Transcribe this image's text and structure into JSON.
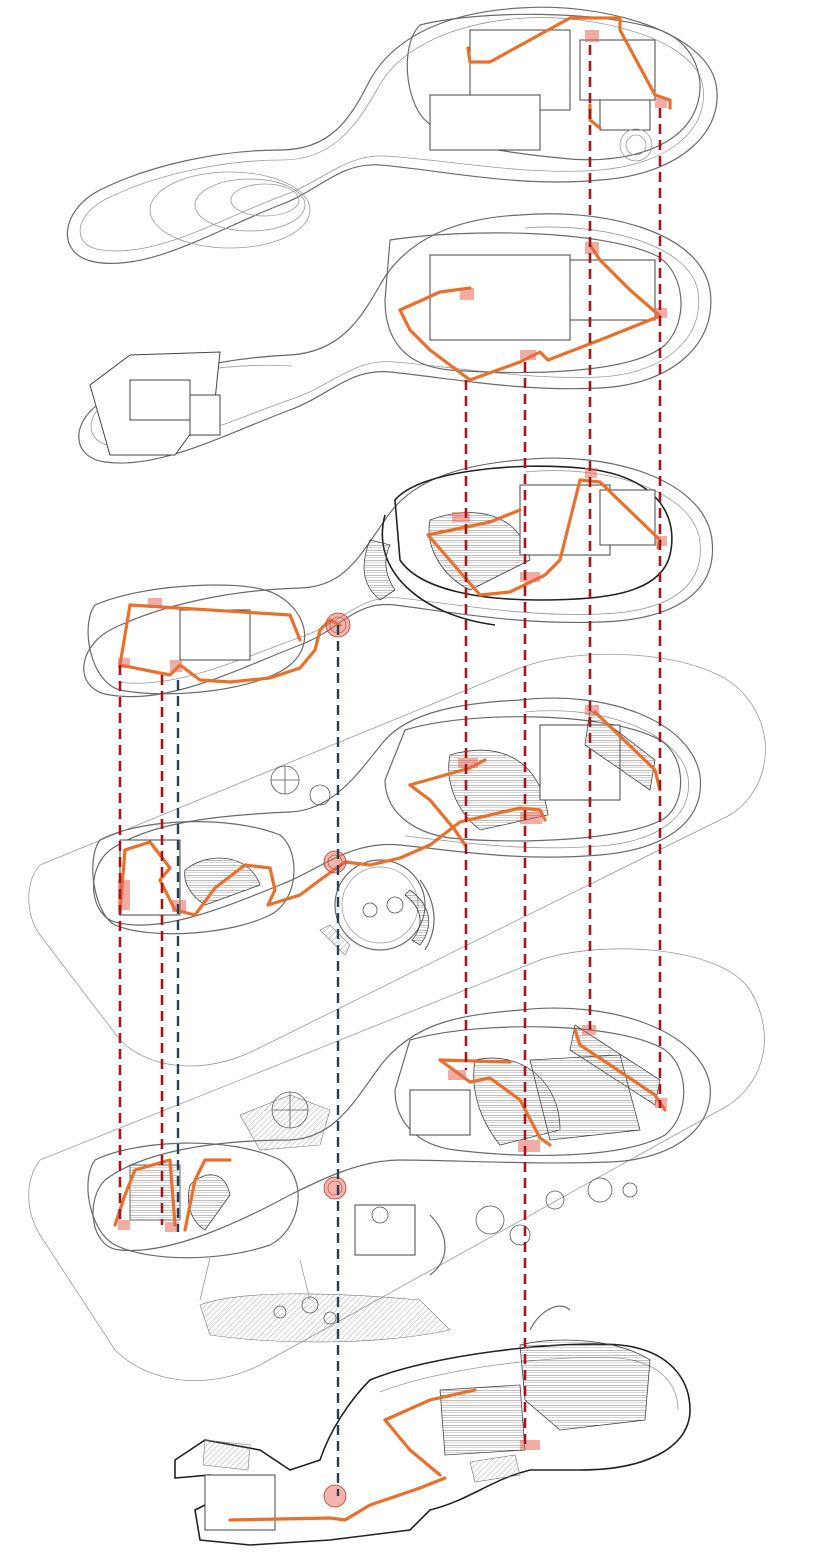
{
  "colors": {
    "route": "#e8702a",
    "vertical_link_red": "#a01818",
    "vertical_link_blue": "#2c3e50",
    "core_highlight": "#e56a5a",
    "plan_lines": "#444444"
  },
  "levels": [
    {
      "id": "level-roof"
    },
    {
      "id": "level-4"
    },
    {
      "id": "level-3"
    },
    {
      "id": "level-2"
    },
    {
      "id": "level-1"
    },
    {
      "id": "level-basement"
    }
  ]
}
